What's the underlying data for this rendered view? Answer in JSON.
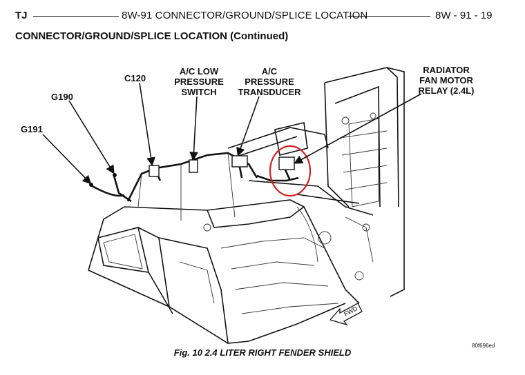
{
  "header": {
    "left": "TJ",
    "center": "8W-91 CONNECTOR/GROUND/SPLICE LOCATION",
    "right": "8W - 91 - 19"
  },
  "section_title": "CONNECTOR/GROUND/SPLICE LOCATION (Continued)",
  "labels": {
    "g191": "G191",
    "g190": "G190",
    "c120": "C120",
    "ac_low_pressure_switch": [
      "A/C LOW",
      "PRESSURE",
      "SWITCH"
    ],
    "ac_pressure_transducer": [
      "A/C",
      "PRESSURE",
      "TRANSDUCER"
    ],
    "radiator_fan_motor_relay": [
      "RADIATOR",
      "FAN MOTOR",
      "RELAY (2.4L)"
    ]
  },
  "fwd_label": "FWD",
  "figure_code": "80f696ed",
  "caption": "Fig. 10 2.4 LITER RIGHT FENDER SHIELD",
  "colors": {
    "highlight_circle": "#d42020",
    "ink": "#111111"
  }
}
